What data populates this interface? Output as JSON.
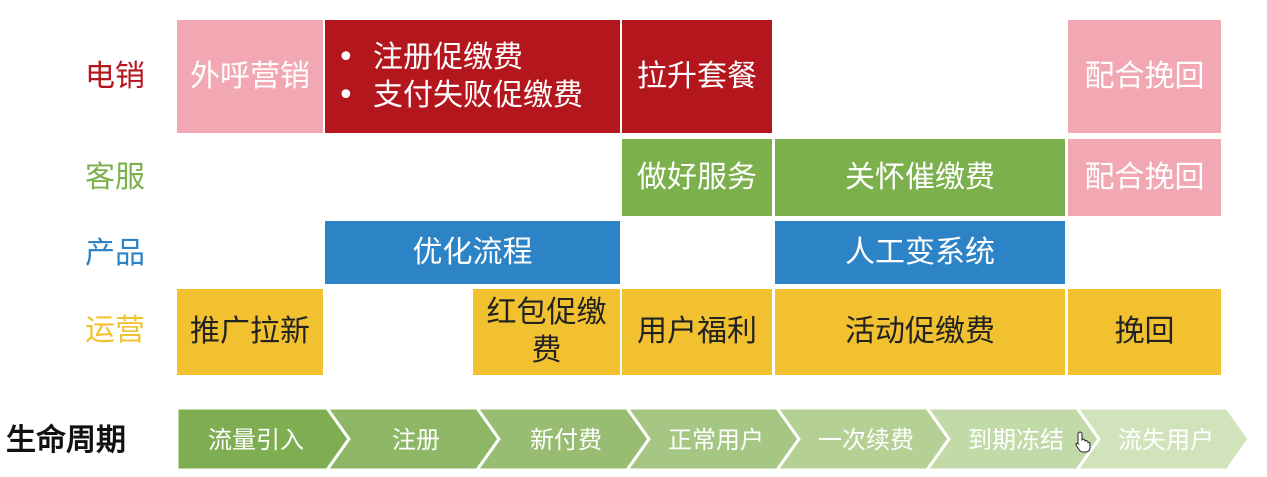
{
  "rows": {
    "telesales": {
      "label": "电销",
      "color": "#b3161c"
    },
    "service": {
      "label": "客服",
      "color": "#7cb04d"
    },
    "product": {
      "label": "产品",
      "color": "#2c83c6"
    },
    "operations": {
      "label": "运营",
      "color": "#f2c12f"
    }
  },
  "cells": {
    "outbound_marketing": "外呼营销",
    "register_urge": "注册促缴费",
    "payment_fail_urge": "支付失败促缴费",
    "upgrade_package": "拉升套餐",
    "telesales_recall": "配合挽回",
    "good_service": "做好服务",
    "care_urge": "关怀催缴费",
    "service_recall": "配合挽回",
    "optimize_flow": "优化流程",
    "manual_to_system": "人工变系统",
    "acquisition": "推广拉新",
    "red_packet_urge": "红包促缴费",
    "user_benefits": "用户福利",
    "activity_urge": "活动促缴费",
    "recall": "挽回"
  },
  "lifecycle": {
    "title": "生命周期",
    "stages": [
      "流量引入",
      "注册",
      "新付费",
      "正常用户",
      "一次续费",
      "到期冻结",
      "流失用户"
    ],
    "colors": [
      "#7fae52",
      "#8db765",
      "#98bd72",
      "#a6c783",
      "#b4d095",
      "#c2daa8",
      "#d0e3bb"
    ]
  }
}
